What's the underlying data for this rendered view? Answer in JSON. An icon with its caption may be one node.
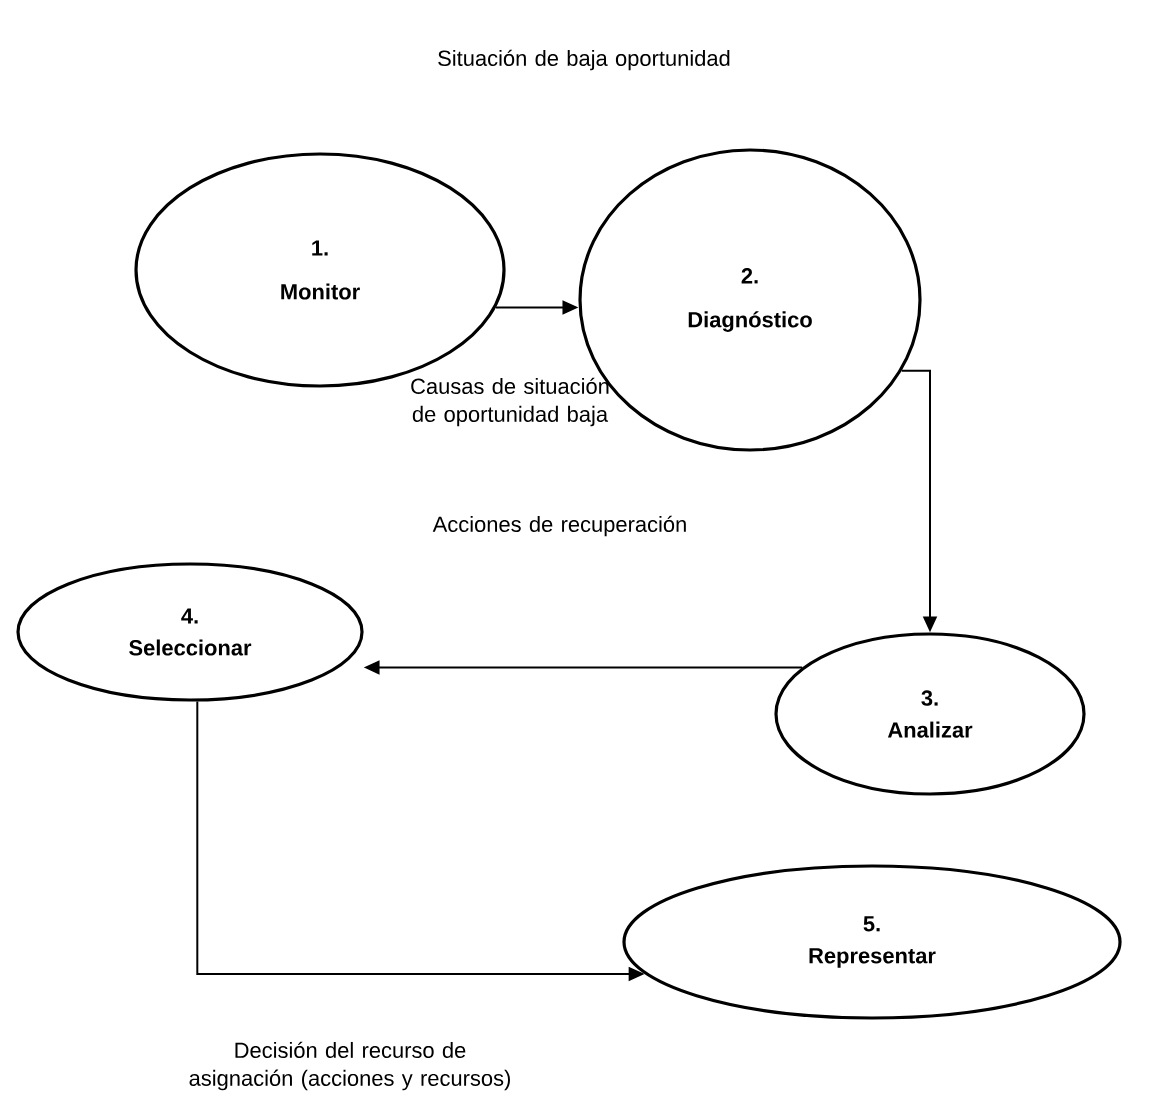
{
  "diagram": {
    "nodes": [
      {
        "text": [
          "1.",
          "Monitor"
        ]
      },
      {
        "text": [
          "2.",
          "Diagnóstico"
        ]
      },
      {
        "text": [
          "3.",
          "Analizar"
        ]
      },
      {
        "text": [
          "4.",
          "Seleccionar"
        ]
      },
      {
        "text": [
          "5.",
          "Representar"
        ]
      }
    ],
    "edges": [
      {
        "from": 0,
        "to": 1,
        "arrow": "to"
      },
      {
        "from": 1,
        "to": 2,
        "arrow": "to"
      },
      {
        "from": 2,
        "to": 3,
        "arrow": "to"
      },
      {
        "from": 3,
        "to": 4,
        "arrow": "to"
      }
    ],
    "labels": [
      "Situación de baja oportunidad",
      "Causas de situación de oportunidad baja",
      "Acciones de recuperación",
      "Decisión del recurso de asignación (acciones y recursos)"
    ]
  }
}
